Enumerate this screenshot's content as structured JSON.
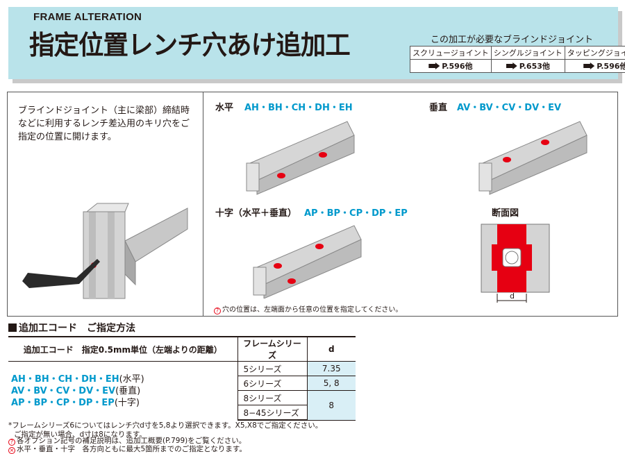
{
  "header": {
    "en_title": "FRAME  ALTERATION",
    "jp_title": "指定位置レンチ穴あけ追加工",
    "bj_caption": "この加工が必要なブラインドジョイント",
    "bj_items": [
      {
        "name": "スクリュージョイント",
        "ref": "P.596他"
      },
      {
        "name": "シングルジョイント",
        "ref": "P.653他"
      },
      {
        "name": "タッピングジョイント",
        "ref": "P.596他"
      }
    ]
  },
  "description": "ブラインドジョイント（主に梁部）締結時などに利用するレンチ差込用のキリ穴をご指定の位置に開けます。",
  "sections": {
    "horizontal": {
      "label": "水平",
      "codes": "AH・BH・CH・DH・EH"
    },
    "vertical": {
      "label": "垂直",
      "codes": "AV・BV・CV・DV・EV"
    },
    "cross": {
      "label": "十字（水平＋垂直）",
      "codes": "AP・BP・CP・DP・EP"
    },
    "section_view": {
      "label": "断面図",
      "dim": "d"
    }
  },
  "position_note": "穴の位置は、左端面から任意の位置を指定してください。",
  "code_table": {
    "heading": "追加工コード　ご指定方法",
    "col1": "追加工コード　指定0.5mm単位（左端よりの距離）",
    "col2": "フレームシリーズ",
    "col3": "d",
    "codes": [
      {
        "codes": "AH・BH・CH・DH・EH",
        "dir": "(水平)"
      },
      {
        "codes": "AV・BV・CV・DV・EV",
        "dir": "(垂直)"
      },
      {
        "codes": "AP・BP・CP・DP・EP",
        "dir": "(十字)"
      }
    ],
    "rows": [
      {
        "series": "5シリーズ",
        "d": "7.35"
      },
      {
        "series": "6シリーズ",
        "d": "5, 8"
      },
      {
        "series": "8シリーズ",
        "d": "8"
      },
      {
        "series": "8−45シリーズ",
        "d": ""
      }
    ]
  },
  "footnotes": {
    "f1": "*フレームシリーズ6についてはレンチ穴d寸を5,8より選択できます。X5,X8でご指定ください。",
    "f2": "ご指定が無い場合、d寸は8になります。",
    "f3": "各オプション記号の補足説明は、追加工概要(P.799)をご覧ください。",
    "f4": "水平・垂直・十字　各方向ともに最大5箇所までのご指定となります。"
  },
  "colors": {
    "accent_blue": "#0099cc",
    "header_bg": "#b9e3ea",
    "hole_red": "#e60012",
    "cell_bg": "#d9eff6"
  }
}
